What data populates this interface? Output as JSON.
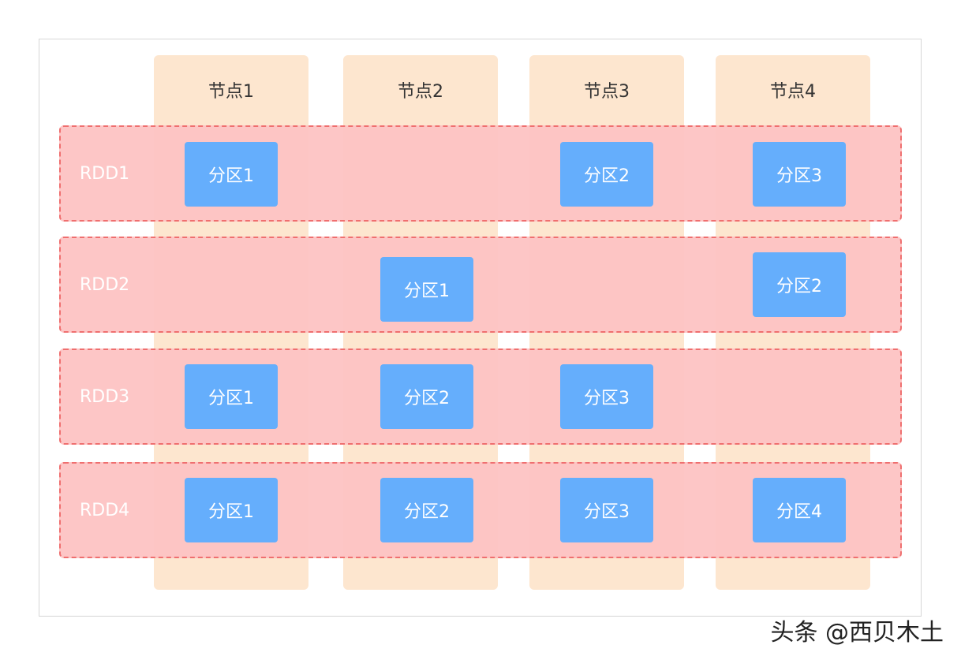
{
  "nodes": [
    "节点1",
    "节点2",
    "节点3",
    "节点4"
  ],
  "rdds": [
    {
      "label": "RDD1",
      "partitions": [
        "分区1",
        "分区2",
        "分区3"
      ]
    },
    {
      "label": "RDD2",
      "partitions": [
        "分区1",
        "分区2"
      ]
    },
    {
      "label": "RDD3",
      "partitions": [
        "分区1",
        "分区2",
        "分区3"
      ]
    },
    {
      "label": "RDD4",
      "partitions": [
        "分区1",
        "分区2",
        "分区3",
        "分区4"
      ]
    }
  ],
  "watermark": "头条 @西贝木土"
}
